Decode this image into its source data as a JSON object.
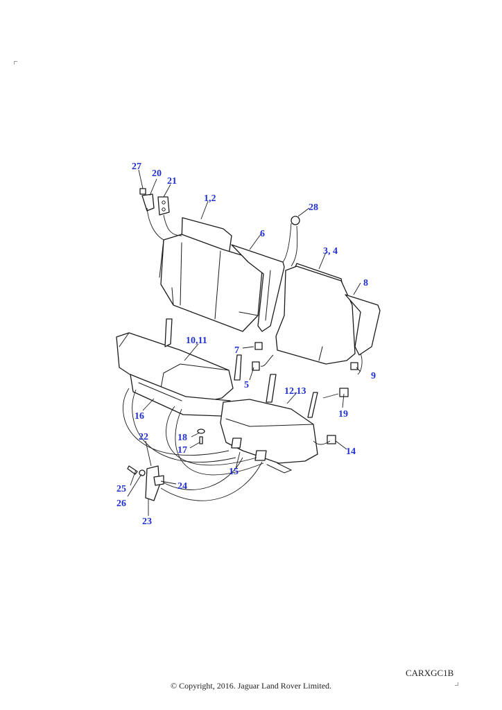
{
  "diagram": {
    "callouts": [
      "27",
      "20",
      "21",
      "1,2",
      "28",
      "6",
      "3, 4",
      "8",
      "10,11",
      "7",
      "9",
      "5",
      "12,13",
      "19",
      "16",
      "14",
      "22",
      "18",
      "17",
      "15",
      "25",
      "24",
      "26",
      "23"
    ],
    "drawing_code": "CARXGC1B",
    "copyright": "© Copyright, 2016. Jaguar Land Rover Limited."
  }
}
